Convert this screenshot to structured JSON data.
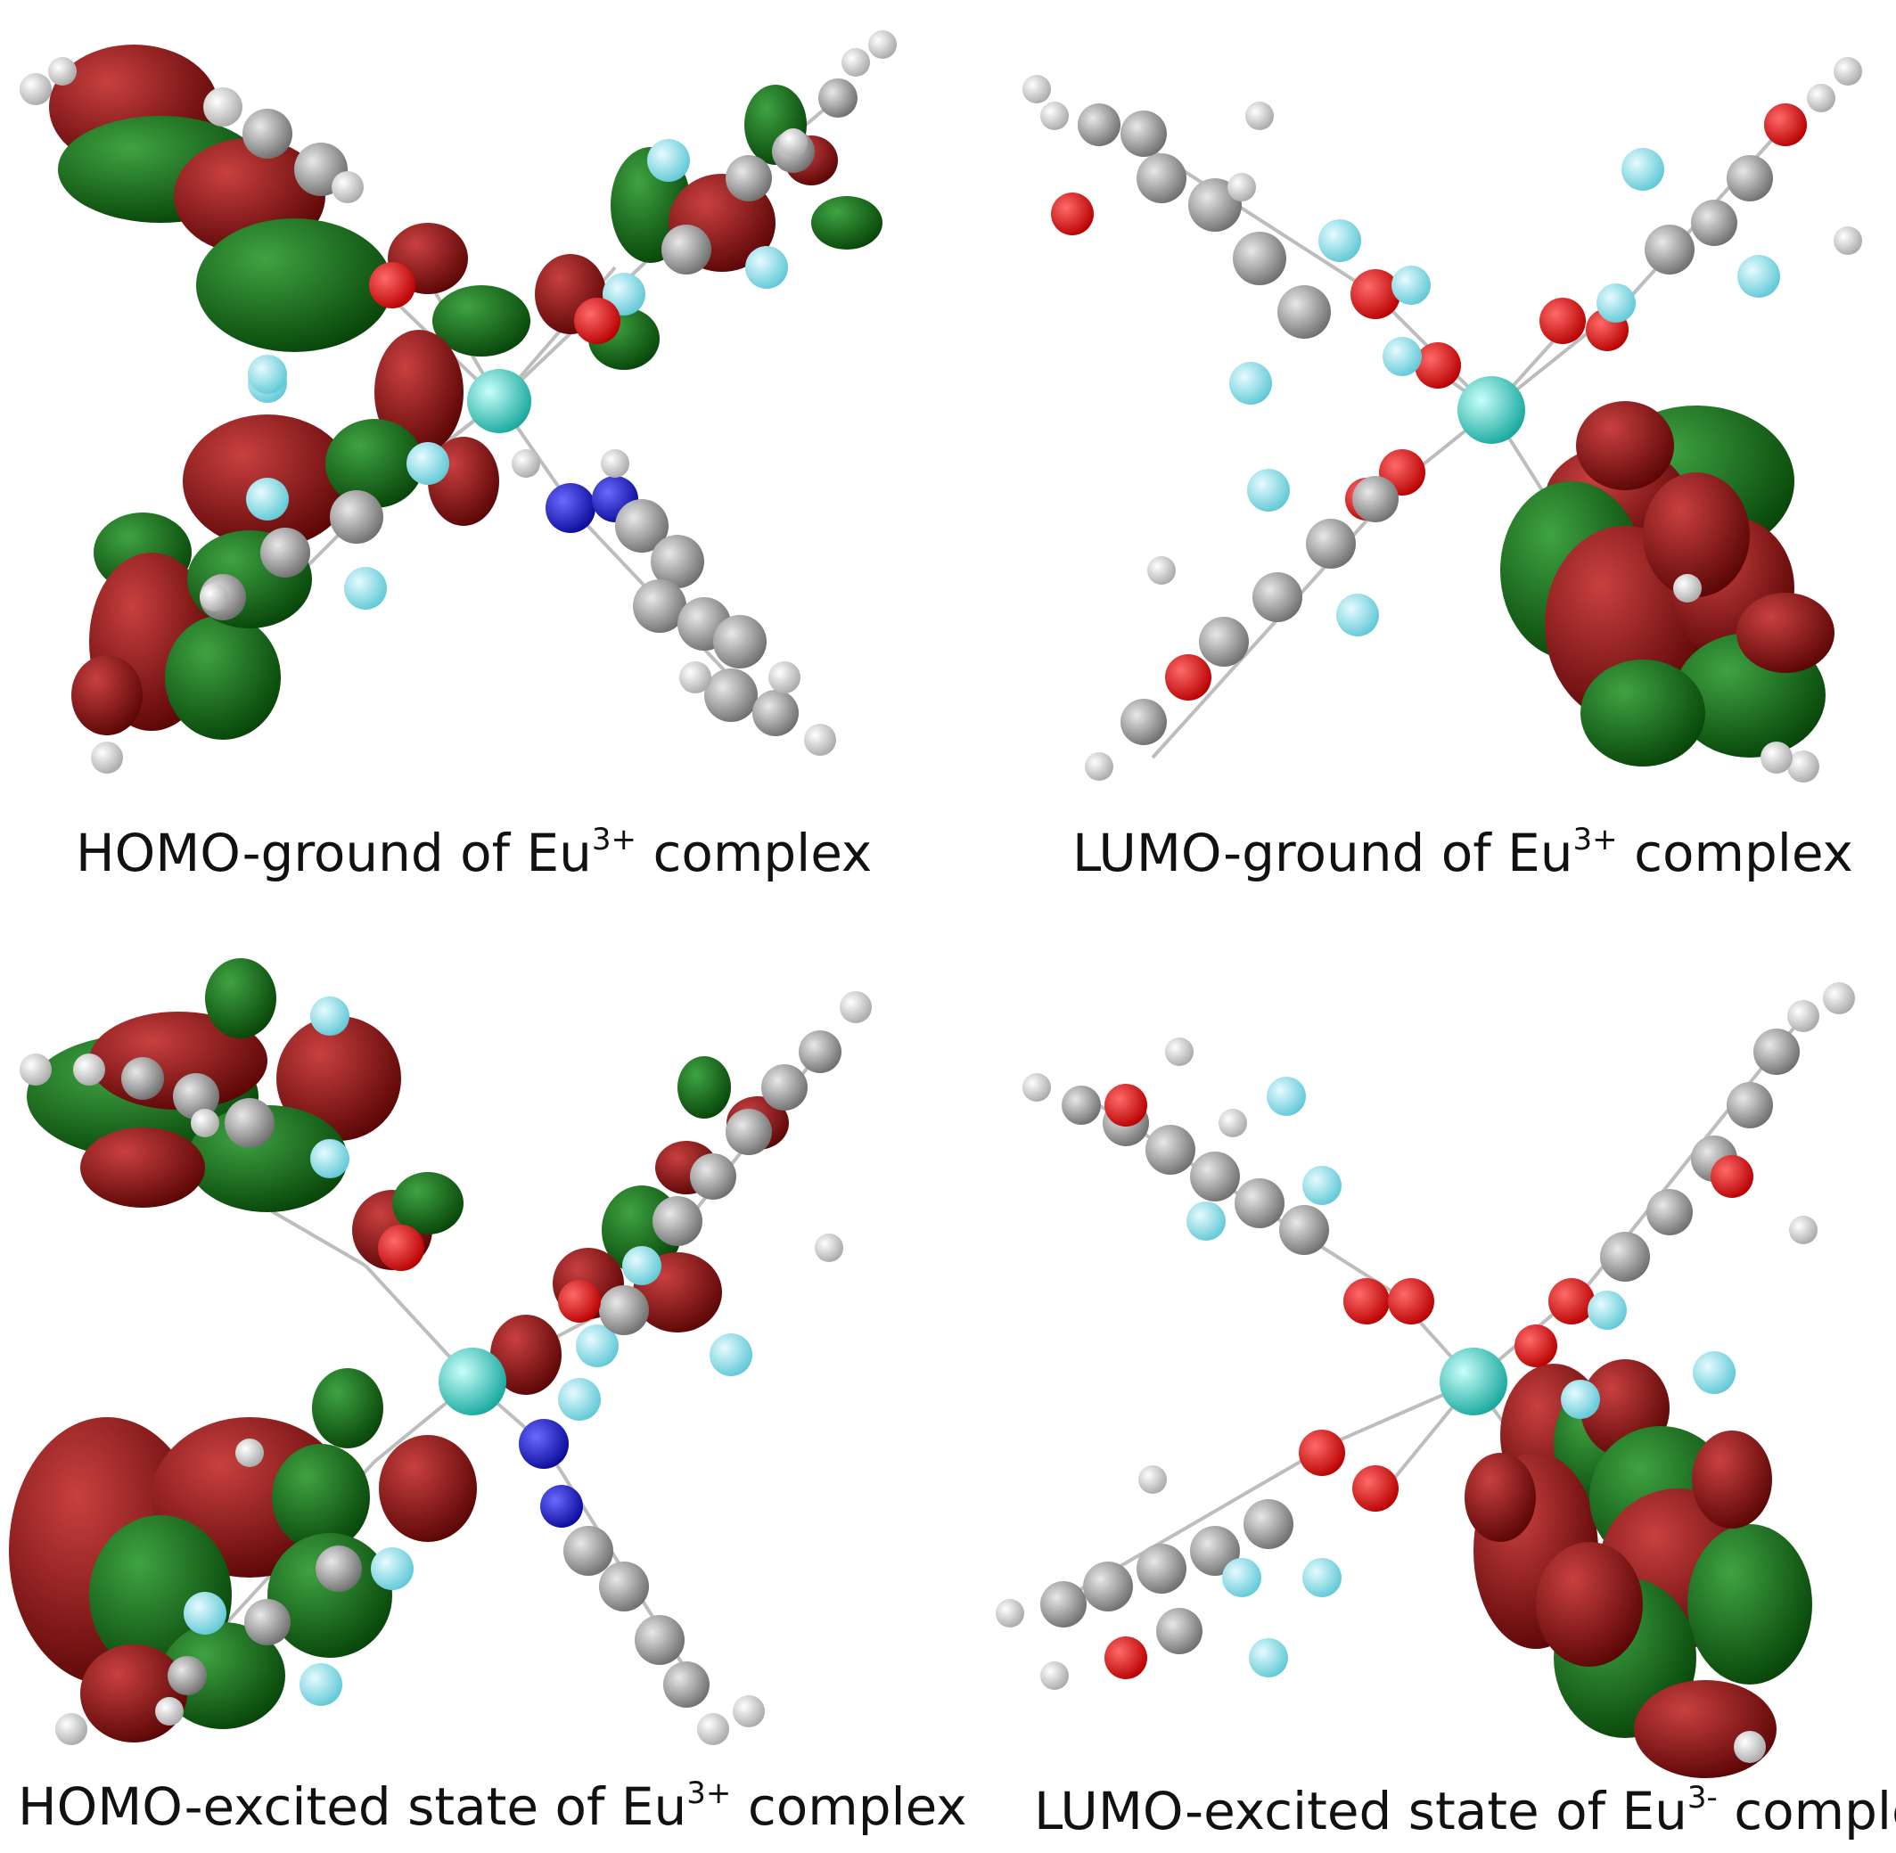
{
  "figure": {
    "panels": [
      {
        "id": "homo-ground",
        "label_prefix": "HOMO-ground of Eu",
        "superscript": "3+",
        "label_suffix": " complex"
      },
      {
        "id": "lumo-ground",
        "label_prefix": "LUMO-ground of Eu",
        "superscript": "3+",
        "label_suffix": " complex"
      },
      {
        "id": "homo-excited",
        "label_prefix": "HOMO-excited state of Eu",
        "superscript": "3+",
        "label_suffix": " complex"
      },
      {
        "id": "lumo-excited",
        "label_prefix": "LUMO-excited state of Eu",
        "superscript": "3-",
        "label_suffix": " complex"
      }
    ],
    "colors": {
      "orbital_positive": "#8b0d0d",
      "orbital_negative": "#0f6b12",
      "europium": "#33d6cc",
      "fluorine": "#8fe3ec",
      "carbon": "#8c8c8c",
      "hydrogen": "#e6e6e6",
      "oxygen": "#e00000",
      "nitrogen": "#1b1bd6"
    }
  }
}
